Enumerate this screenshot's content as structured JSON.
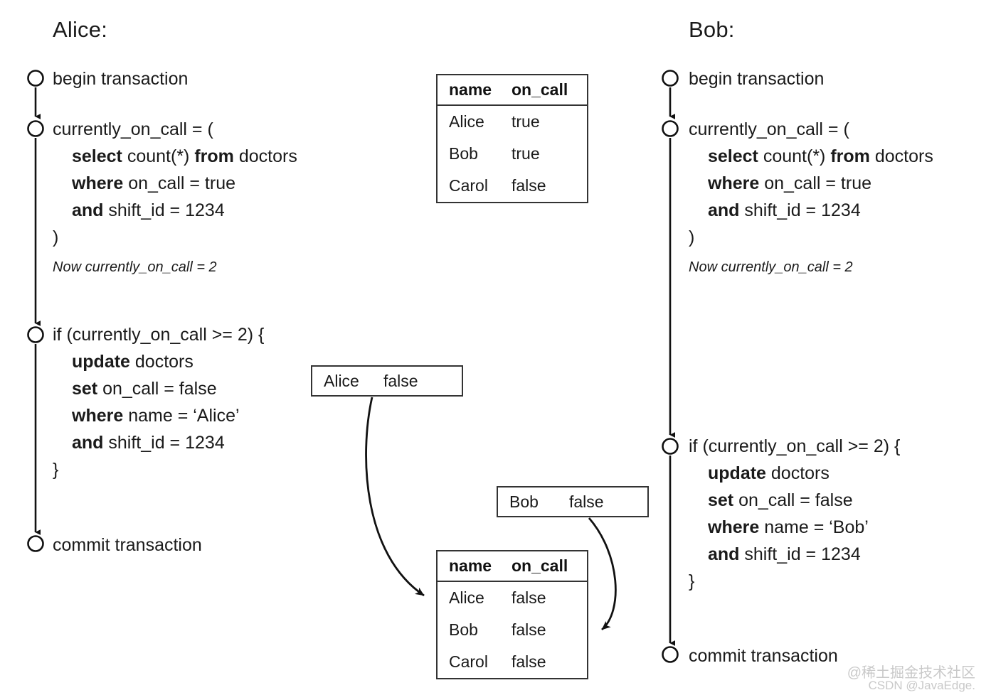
{
  "diagram": {
    "title_alice": "Alice:",
    "title_bob": "Bob:"
  },
  "alice": {
    "steps": {
      "begin": "begin transaction",
      "query": {
        "l1": "currently_on_call = (",
        "l2_kw": "select",
        "l2_rest": " count(*) ",
        "l2_kw2": "from",
        "l2_rest2": " doctors",
        "l3_kw": "where",
        "l3_rest": " on_call = true",
        "l4_kw": "and",
        "l4_rest": " shift_id = 1234",
        "l5": ")"
      },
      "note": "Now currently_on_call = 2",
      "ifblock": {
        "l1": "if (currently_on_call >= 2) {",
        "l2_kw": "update",
        "l2_rest": " doctors",
        "l3_kw": "set",
        "l3_rest": " on_call = false",
        "l4_kw": "where",
        "l4_rest": " name = ‘Alice’",
        "l5_kw": "and",
        "l5_rest": " shift_id = 1234",
        "l6": "}"
      },
      "commit": "commit transaction"
    }
  },
  "bob": {
    "steps": {
      "begin": "begin transaction",
      "query": {
        "l1": "currently_on_call = (",
        "l2_kw": "select",
        "l2_rest": " count(*) ",
        "l2_kw2": "from",
        "l2_rest2": " doctors",
        "l3_kw": "where",
        "l3_rest": " on_call = true",
        "l4_kw": "and",
        "l4_rest": " shift_id = 1234",
        "l5": ")"
      },
      "note": "Now currently_on_call = 2",
      "ifblock": {
        "l1": "if (currently_on_call >= 2) {",
        "l2_kw": "update",
        "l2_rest": " doctors",
        "l3_kw": "set",
        "l3_rest": " on_call = false",
        "l4_kw": "where",
        "l4_rest": " name = ‘Bob’",
        "l5_kw": "and",
        "l5_rest": " shift_id = 1234",
        "l6": "}"
      },
      "commit": "commit transaction"
    }
  },
  "table_initial": {
    "columns": [
      "name",
      "on_call"
    ],
    "rows": [
      {
        "name": "Alice",
        "on_call": "true"
      },
      {
        "name": "Bob",
        "on_call": "true"
      },
      {
        "name": "Carol",
        "on_call": "false"
      }
    ]
  },
  "table_final": {
    "columns": [
      "name",
      "on_call"
    ],
    "rows": [
      {
        "name": "Alice",
        "on_call": "false"
      },
      {
        "name": "Bob",
        "on_call": "false"
      },
      {
        "name": "Carol",
        "on_call": "false"
      }
    ]
  },
  "write_alice": {
    "name": "Alice",
    "on_call": "false"
  },
  "write_bob": {
    "name": "Bob",
    "on_call": "false"
  },
  "watermarks": {
    "line1": "@稀土掘金技术社区",
    "line2": "CSDN @JavaEdge."
  },
  "colors": {
    "stroke": "#333333",
    "text": "#1a1a1a",
    "background": "#ffffff",
    "watermark": "#c9c9c9"
  }
}
